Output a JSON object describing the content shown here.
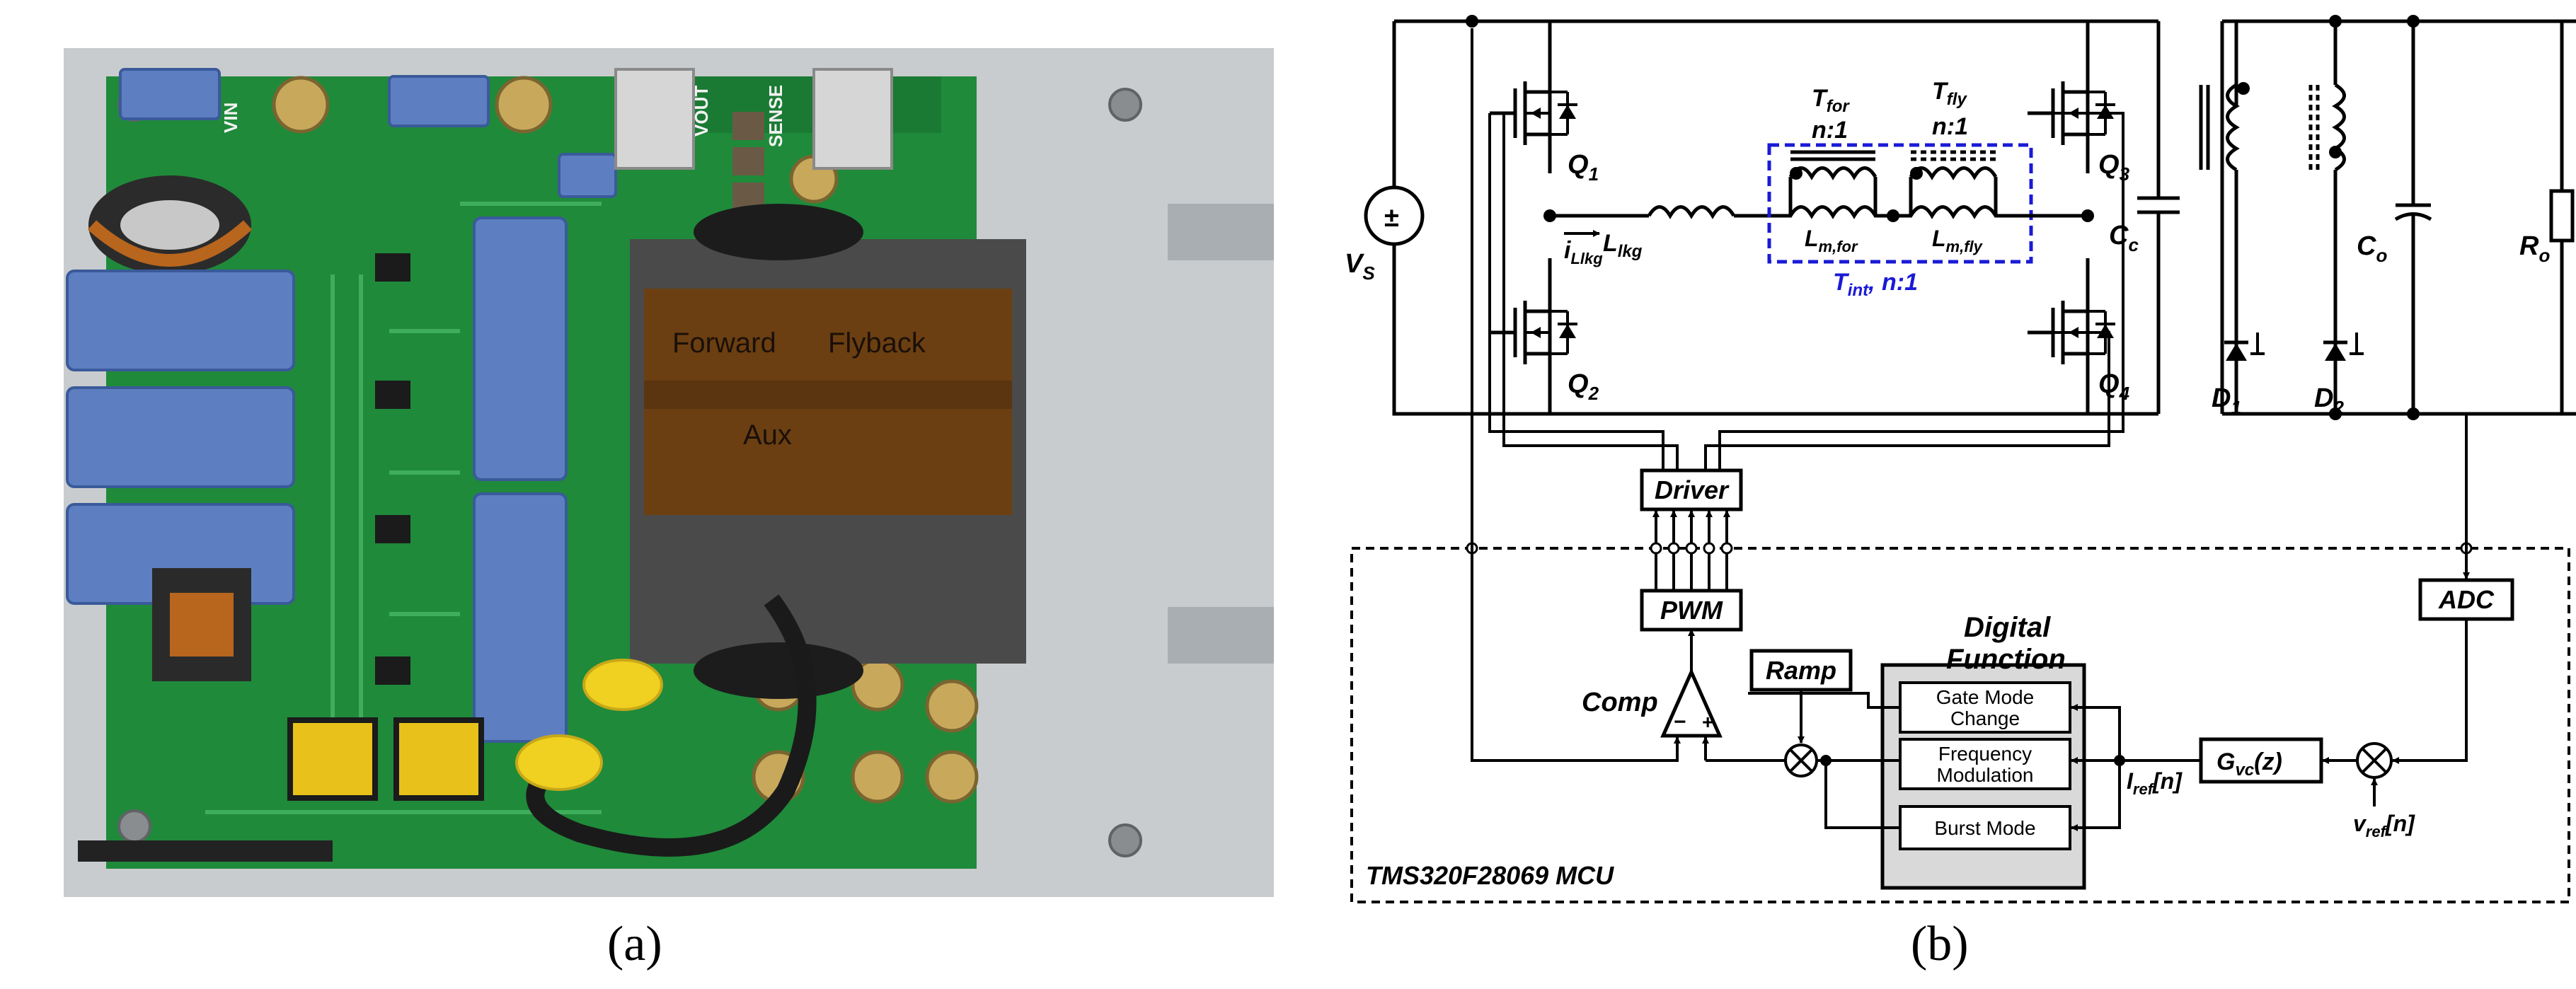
{
  "captions": {
    "a": "(a)",
    "b": "(b)"
  },
  "photo": {
    "pcb_labels": [
      "VIN",
      "VOUT",
      "SENSE"
    ],
    "transformer_labels": [
      "Flyback",
      "Forward",
      "Aux"
    ]
  },
  "schematic": {
    "source": {
      "main": "V",
      "sub": "S"
    },
    "switches": [
      {
        "main": "Q",
        "sub": "1"
      },
      {
        "main": "Q",
        "sub": "2"
      },
      {
        "main": "Q",
        "sub": "3"
      },
      {
        "main": "Q",
        "sub": "4"
      }
    ],
    "leakage_inductor": {
      "main": "L",
      "sub": "lkg"
    },
    "leakage_current": {
      "main": "i",
      "sub": "Llkg"
    },
    "t_for": {
      "main": "T",
      "sub": "for",
      "ratio": "n:1"
    },
    "t_fly": {
      "main": "T",
      "sub": "fly",
      "ratio": "n:1"
    },
    "lm_for": {
      "main": "L",
      "sub": "m,for"
    },
    "lm_fly": {
      "main": "L",
      "sub": "m,fly"
    },
    "t_int": {
      "main": "T",
      "sub": "int",
      "rest": ", n:1"
    },
    "clamp_cap": {
      "main": "C",
      "sub": "c"
    },
    "output_cap": {
      "main": "C",
      "sub": "o"
    },
    "load": {
      "main": "R",
      "sub": "o"
    },
    "diodes": [
      {
        "main": "D",
        "sub": "1"
      },
      {
        "main": "D",
        "sub": "2"
      }
    ],
    "blocks": {
      "driver": "Driver",
      "pwm": "PWM",
      "adc": "ADC",
      "ramp": "Ramp",
      "comp": "Comp",
      "gvc": {
        "main": "G",
        "sub": "vc",
        "rest": "(z)"
      },
      "digital_function": [
        "Digital",
        "Function"
      ],
      "gate_mode": [
        "Gate Mode",
        "Change"
      ],
      "freq_mod": [
        "Frequency",
        "Modulation"
      ],
      "burst": "Burst Mode"
    },
    "signals": {
      "iref": {
        "main": "I",
        "sub": "ref",
        "rest": "[n]"
      },
      "vref": {
        "main": "v",
        "sub": "ref",
        "rest": "[n]"
      }
    },
    "mcu": "TMS320F28069 MCU",
    "colors": {
      "t_int_box": "#1a1ad6",
      "line": "#000000",
      "function_panel": "#d9d9d9"
    }
  }
}
